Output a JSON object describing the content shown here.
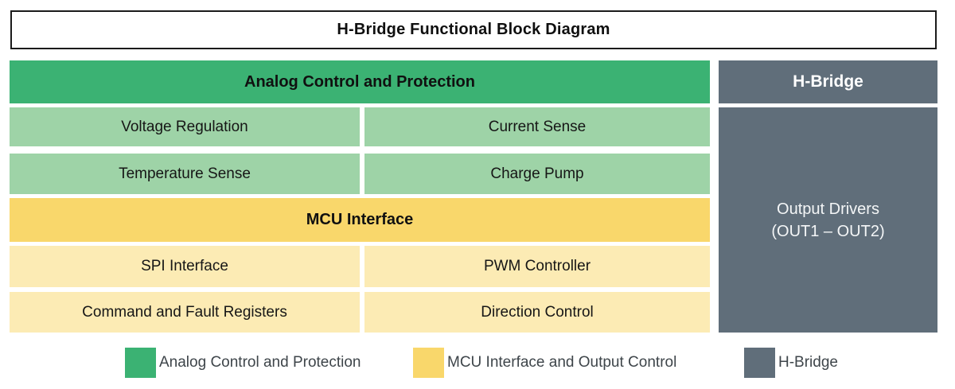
{
  "title": "H-Bridge Functional Block Diagram",
  "colors": {
    "analog_header": "#3bb273",
    "analog_cell": "#9ed3a7",
    "mcu_header": "#f9d76b",
    "mcu_cell": "#fcebb4",
    "hbridge": "#606e7a"
  },
  "left_panel": {
    "analog_header": "Analog Control and Protection",
    "analog_cells": [
      "Voltage Regulation",
      "Current Sense",
      "Temperature Sense",
      "Charge Pump"
    ],
    "mcu_header": "MCU Interface",
    "mcu_cells": [
      "SPI Interface",
      "PWM Controller",
      "Command and Fault Registers",
      "Direction Control"
    ]
  },
  "right_panel": {
    "header": "H-Bridge",
    "output_drivers_line1": "Output Drivers",
    "output_drivers_line2": "(OUT1 – OUT2)"
  },
  "legend": [
    {
      "label": "Analog Control and Protection",
      "color": "#3bb273"
    },
    {
      "label": "MCU Interface and Output Control",
      "color": "#f9d76b"
    },
    {
      "label": "H-Bridge",
      "color": "#606e7a"
    }
  ]
}
